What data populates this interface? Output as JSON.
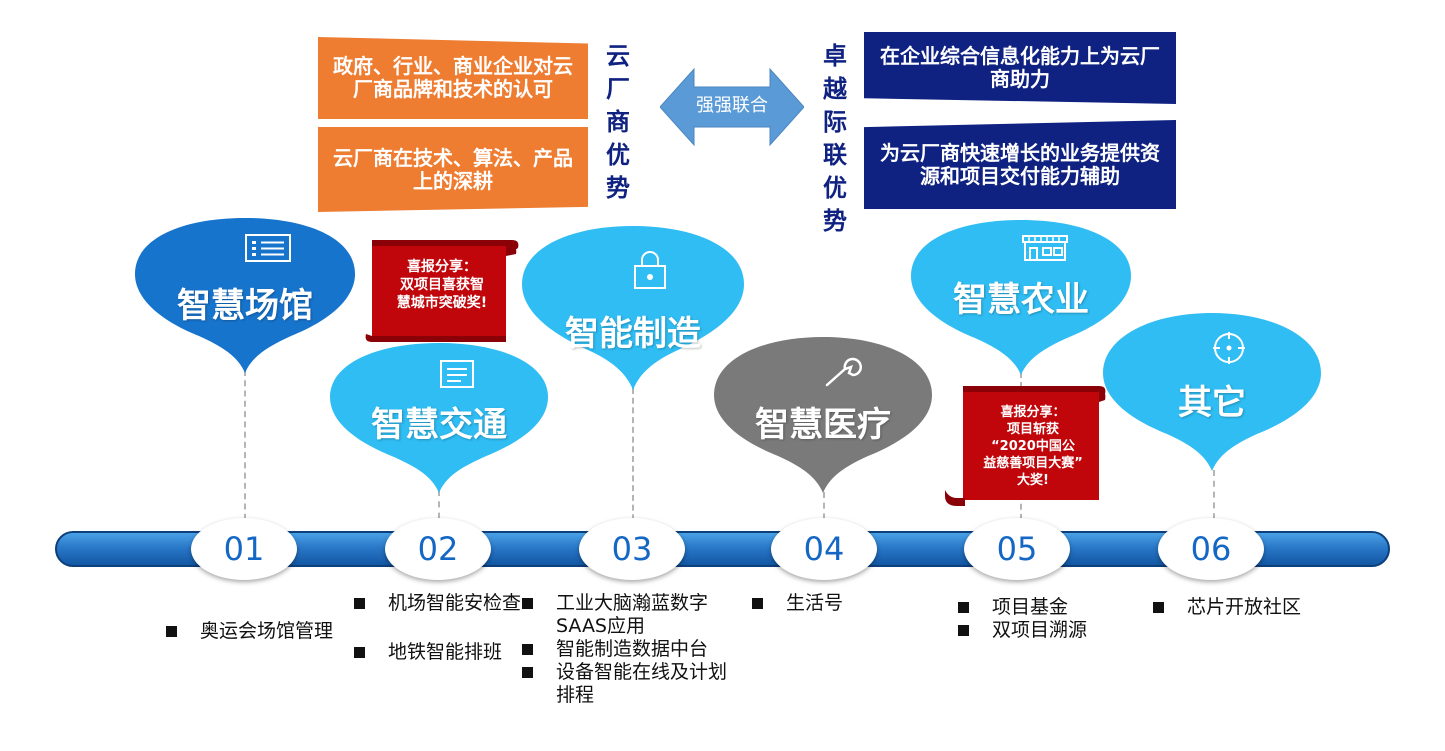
{
  "header": {
    "left_title": "云厂商优势",
    "right_title": "卓越际联优势",
    "center_label": "强强联合",
    "left_items": [
      "政府、行业、商业企业对云厂商品牌和技术的认可",
      "云厂商在技术、算法、产品上的深耕"
    ],
    "right_items": [
      "在企业综合信息化能力上为云厂商助力",
      "为云厂商快速增长的业务提供资源和项目交付能力辅助"
    ]
  },
  "colors": {
    "orange": "#ee7c31",
    "navy": "#0f2281",
    "blue_pin": "#1774cc",
    "light_pin": "#2fbdf3",
    "gray_pin": "#7a7a7a",
    "timeline": "#1e6fc2",
    "award_red": "#c0050b"
  },
  "timeline": {
    "numbers": [
      "01",
      "02",
      "03",
      "04",
      "05",
      "06"
    ]
  },
  "pins": [
    {
      "title": "智慧场馆",
      "icon": "id-card-icon"
    },
    {
      "title": "智慧交通",
      "icon": "document-icon"
    },
    {
      "title": "智能制造",
      "icon": "lock-icon"
    },
    {
      "title": "智慧医疗",
      "icon": "wrench-icon"
    },
    {
      "title": "智慧农业",
      "icon": "storefront-icon"
    },
    {
      "title": "其它",
      "icon": "target-icon"
    }
  ],
  "awards": [
    {
      "lines": [
        "喜报分享：",
        "双项目喜获智",
        "慧城市突破奖!"
      ]
    },
    {
      "lines": [
        "喜报分享：",
        "项目斩获",
        "“2020中国公",
        "益慈善项目大赛”",
        "大奖!"
      ]
    }
  ],
  "lists": {
    "c1": [
      "奥运会场馆管理"
    ],
    "c2": [
      "机场智能安检查",
      "地铁智能排班"
    ],
    "c3": [
      "工业大脑瀚蓝数字SAAS应用",
      "智能制造数据中台",
      "设备智能在线及计划排程"
    ],
    "c4": [
      "生活号"
    ],
    "c5": [
      "项目基金",
      "双项目溯源"
    ],
    "c6": [
      "芯片开放社区"
    ]
  }
}
